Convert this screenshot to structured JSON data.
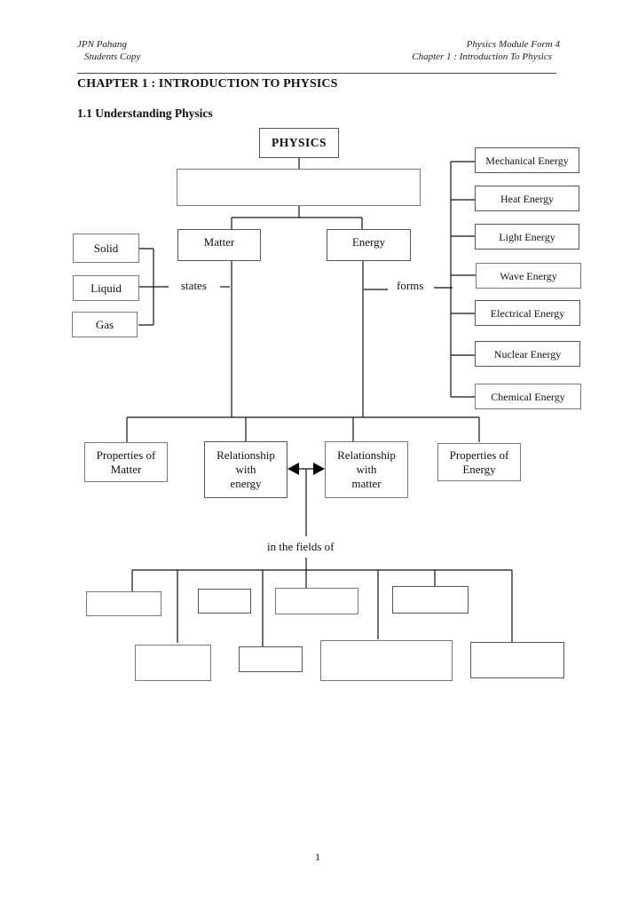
{
  "header": {
    "left_line1": "JPN Pahang",
    "left_line2": "Students Copy",
    "right_line1": "Physics Module Form 4",
    "right_line2": "Chapter 1 : Introduction To Physics"
  },
  "chapter_title": "CHAPTER 1 :  INTRODUCTION TO PHYSICS",
  "section_title": "1.1 Understanding Physics",
  "diagram": {
    "root": "PHYSICS",
    "definition_box": "",
    "matter": "Matter",
    "energy": "Energy",
    "states_label": "states",
    "forms_label": "forms",
    "states": [
      "Solid",
      "Liquid",
      "Gas"
    ],
    "energy_forms": [
      "Mechanical Energy",
      "Heat Energy",
      "Light Energy",
      "Wave Energy",
      "Electrical Energy",
      "Nuclear Energy",
      "Chemical Energy"
    ],
    "bottom_row": {
      "properties_matter": [
        "Properties of",
        "Matter"
      ],
      "relationship_energy": [
        "Relationship",
        "with",
        "energy"
      ],
      "relationship_matter": [
        "Relationship",
        "with",
        "matter"
      ],
      "properties_energy": [
        "Properties of",
        "Energy"
      ]
    },
    "fields_label": "in the fields of",
    "field_boxes": [
      "",
      "",
      "",
      "",
      "",
      "",
      "",
      ""
    ]
  },
  "page_number": "1"
}
